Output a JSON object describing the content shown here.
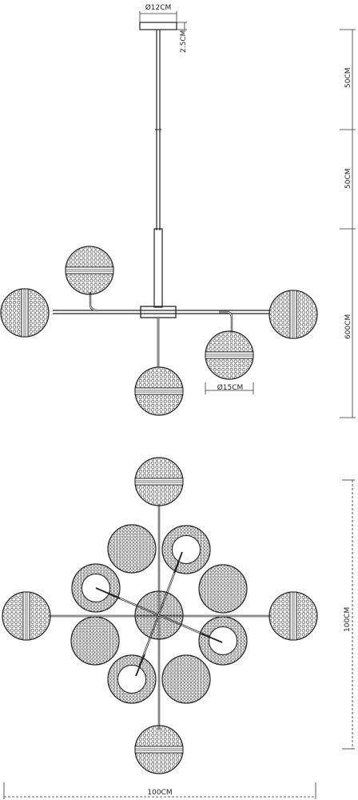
{
  "dimensions": {
    "canopy_diameter": "Ø12CM",
    "canopy_height": "2.5CM",
    "rod_segment_1": "50CM",
    "rod_segment_2": "50CM",
    "total_drop": "600CM",
    "globe_diameter": "Ø15CM",
    "top_view_height": "100CM",
    "top_view_width": "100CM"
  }
}
